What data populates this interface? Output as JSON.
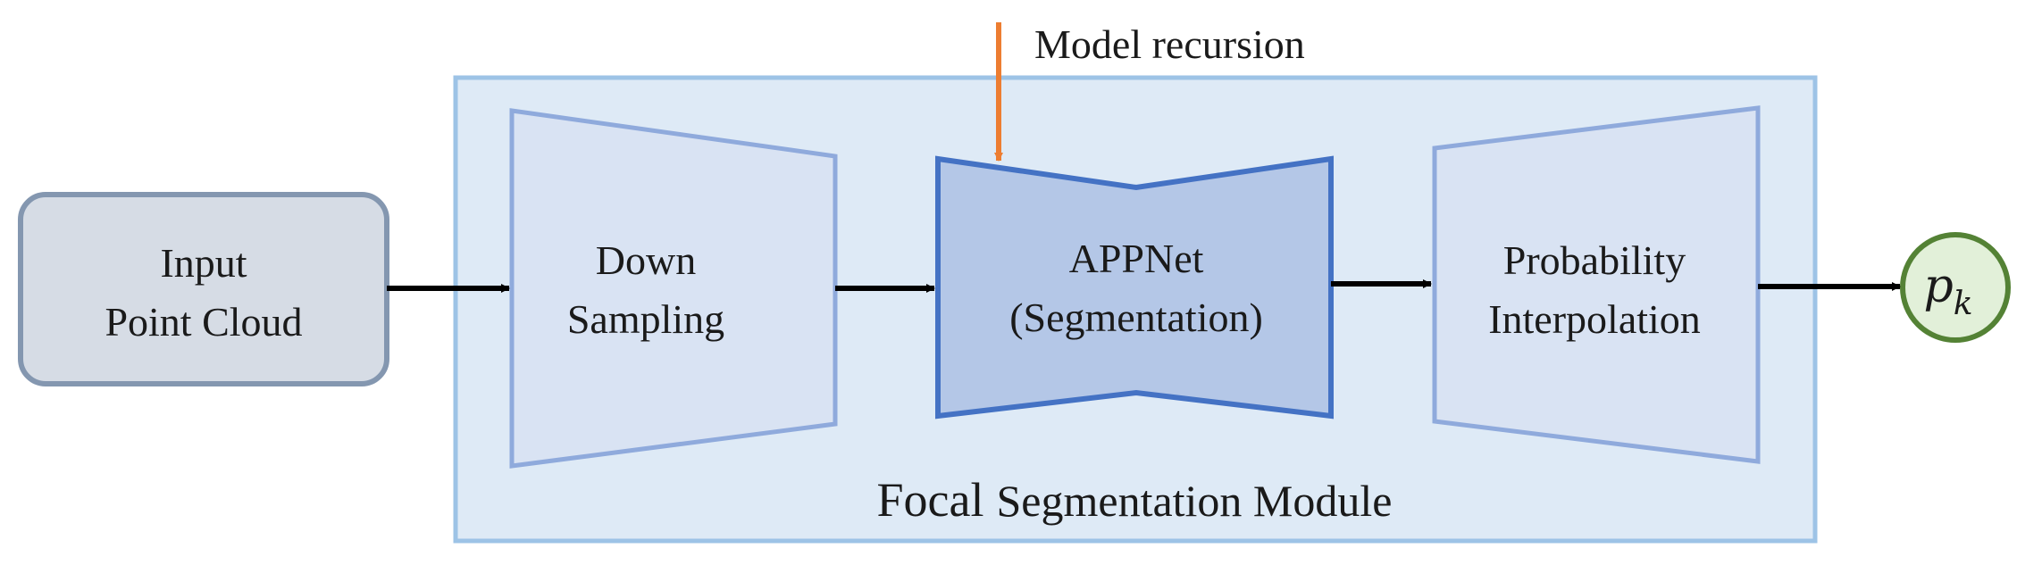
{
  "diagram": {
    "input_node": {
      "line1": "Input",
      "line2": "Point Cloud"
    },
    "down_sampling": {
      "line1": "Down",
      "line2": "Sampling"
    },
    "appnet": {
      "line1": "APPNet",
      "line2": "(Segmentation)"
    },
    "probability_interpolation": {
      "line1": "Probability",
      "line2": "Interpolation"
    },
    "output_node": {
      "symbol": "p",
      "subscript": "k"
    },
    "module_label": {
      "word1": "Focal",
      "word2": "Segmentation Module"
    },
    "recursion_label": "Model recursion",
    "colors": {
      "module_fill": "#deeaf6",
      "module_stroke": "#9dc3e6",
      "block_fill": "#d9e3f3",
      "block_stroke": "#8faadc",
      "appnet_fill": "#b4c7e7",
      "appnet_stroke": "#4472c4",
      "input_fill": "#d6dce5",
      "input_stroke": "#8497b0",
      "output_fill": "#e2f0d9",
      "output_stroke": "#548235",
      "recursion_arrow": "#ed7d31",
      "flow_arrow": "#000000"
    }
  }
}
